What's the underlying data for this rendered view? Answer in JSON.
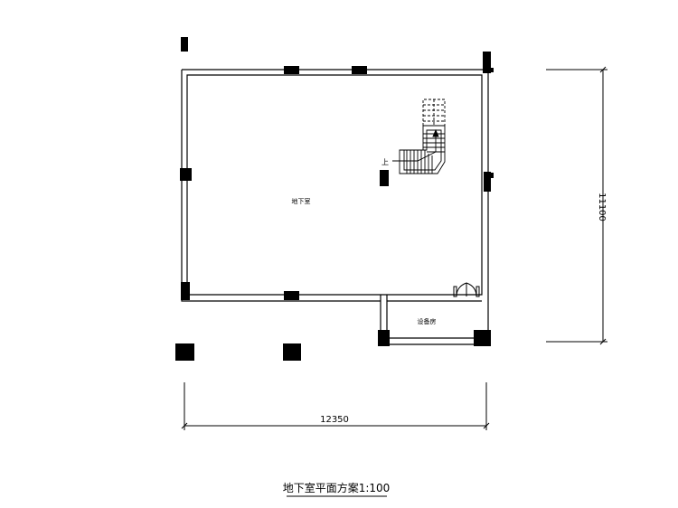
{
  "drawing": {
    "room_basement": "地下室",
    "room_equipment": "设备房",
    "stair_up_label": "上",
    "dim_width": "12350",
    "dim_height": "11100",
    "title": "地下室平面方案1:100"
  },
  "colors": {
    "line": "#000000",
    "background": "#ffffff"
  }
}
